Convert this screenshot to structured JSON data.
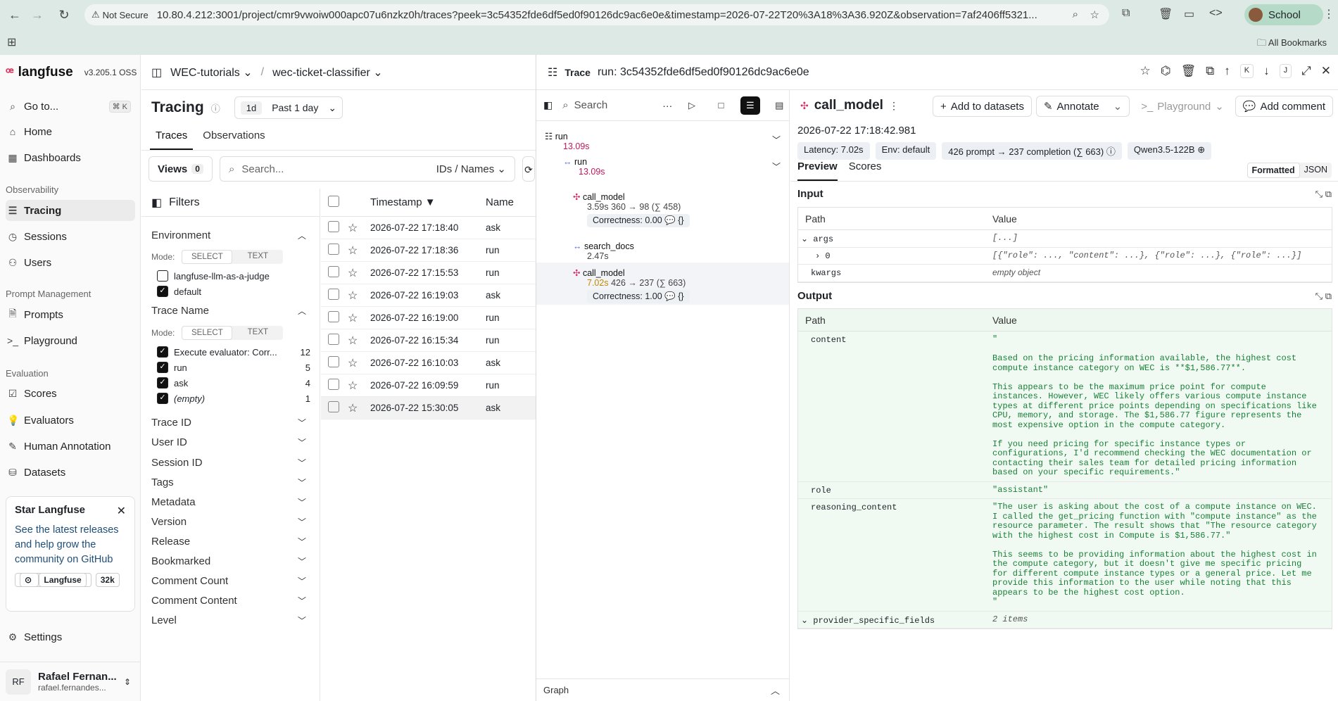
{
  "browser": {
    "security_label": "Not Secure",
    "url": "10.80.4.212:3001/project/cmr9vwoiw000apc07u6nzkz0h/traces?peek=3c54352fde6df5ed0f90126dc9ac6e0e&timestamp=2026-07-22T20%3A18%3A36.920Z&observation=7af2406ff5321...",
    "profile_label": "School",
    "all_bookmarks": "All Bookmarks"
  },
  "sidebar": {
    "brand": "langfuse",
    "version": "v3.205.1 OSS",
    "goto_label": "Go to...",
    "goto_kbd": "⌘ K",
    "items_top": [
      {
        "label": "Home"
      },
      {
        "label": "Dashboards"
      }
    ],
    "section_observability": "Observability",
    "items_obs": [
      {
        "label": "Tracing"
      },
      {
        "label": "Sessions"
      },
      {
        "label": "Users"
      }
    ],
    "section_prompt": "Prompt Management",
    "items_prompt": [
      {
        "label": "Prompts"
      },
      {
        "label": "Playground"
      }
    ],
    "section_eval": "Evaluation",
    "items_eval": [
      {
        "label": "Scores"
      },
      {
        "label": "Evaluators"
      },
      {
        "label": "Human Annotation"
      },
      {
        "label": "Datasets"
      }
    ],
    "star_card": {
      "title": "Star Langfuse",
      "text": "See the latest releases and help grow the community on GitHub",
      "gh_label": "Langfuse",
      "gh_count": "32k"
    },
    "settings_label": "Settings",
    "user": {
      "initials": "RF",
      "name": "Rafael Fernan...",
      "email": "rafael.fernandes..."
    }
  },
  "topbar": {
    "org": "WEC-tutorials",
    "project": "wec-ticket-classifier"
  },
  "page": {
    "title": "Tracing",
    "range_badge": "1d",
    "range_label": "Past 1 day",
    "tabs": [
      "Traces",
      "Observations"
    ],
    "views_label": "Views",
    "views_count": "0",
    "search_placeholder": "Search...",
    "search_scope": "IDs / Names"
  },
  "filters": {
    "title": "Filters",
    "mode_label": "Mode:",
    "mode_select": "SELECT",
    "mode_text": "TEXT",
    "environment": {
      "title": "Environment",
      "options": [
        {
          "label": "langfuse-llm-as-a-judge",
          "checked": false
        },
        {
          "label": "default",
          "checked": true
        }
      ]
    },
    "trace_name": {
      "title": "Trace Name",
      "options": [
        {
          "label": "Execute evaluator: Corr...",
          "count": "12"
        },
        {
          "label": "run",
          "count": "5"
        },
        {
          "label": "ask",
          "count": "4"
        },
        {
          "label": "(empty)",
          "count": "1"
        }
      ]
    },
    "collapsed": [
      "Trace ID",
      "User ID",
      "Session ID",
      "Tags",
      "Metadata",
      "Version",
      "Release",
      "Bookmarked",
      "Comment Count",
      "Comment Content",
      "Level"
    ]
  },
  "table": {
    "col_timestamp": "Timestamp ▼",
    "col_name": "Name",
    "rows": [
      {
        "ts": "2026-07-22 17:18:40",
        "name": "ask"
      },
      {
        "ts": "2026-07-22 17:18:36",
        "name": "run"
      },
      {
        "ts": "2026-07-22 17:15:53",
        "name": "run"
      },
      {
        "ts": "2026-07-22 16:19:03",
        "name": "ask"
      },
      {
        "ts": "2026-07-22 16:19:00",
        "name": "run"
      },
      {
        "ts": "2026-07-22 16:15:34",
        "name": "run"
      },
      {
        "ts": "2026-07-22 16:10:03",
        "name": "ask"
      },
      {
        "ts": "2026-07-22 16:09:59",
        "name": "run"
      },
      {
        "ts": "2026-07-22 15:30:05",
        "name": "ask"
      }
    ]
  },
  "trace": {
    "label": "Trace",
    "title": "run: 3c54352fde6df5ed0f90126dc9ac6e0e",
    "kbd_up": "K",
    "kbd_down": "J",
    "tree_search": "Search",
    "graph_label": "Graph",
    "nodes": [
      {
        "name": "run",
        "duration": "13.09s"
      },
      {
        "name": "run",
        "duration": "13.09s"
      },
      {
        "name": "call_model",
        "duration": "3.59s",
        "meta": "360 → 98 (∑ 458)",
        "score": "Correctness: 0.00"
      },
      {
        "name": "search_docs",
        "duration": "2.47s"
      },
      {
        "name": "call_model",
        "duration": "7.02s",
        "meta": "426 → 237 (∑ 663)",
        "score": "Correctness: 1.00"
      }
    ]
  },
  "observation": {
    "name": "call_model",
    "add_datasets": "Add to datasets",
    "annotate": "Annotate",
    "playground": "Playground",
    "add_comment": "Add comment",
    "date": "2026-07-22 17:18:42.981",
    "badges": [
      "Latency: 7.02s",
      "Env: default",
      "426 prompt → 237 completion (∑ 663)",
      "Qwen3.5-122B"
    ],
    "tabs": [
      "Preview",
      "Scores"
    ],
    "fmt_formatted": "Formatted",
    "fmt_json": "JSON",
    "input_title": "Input",
    "output_title": "Output",
    "col_path": "Path",
    "col_value": "Value",
    "input_rows": [
      {
        "path": "args",
        "value": "[...]"
      },
      {
        "path": "0",
        "value": "[{\"role\": ..., \"content\": ...}, {\"role\": ...}, {\"role\": ...}]"
      },
      {
        "path": "kwargs",
        "value": "empty object"
      }
    ],
    "output_rows": [
      {
        "path": "content",
        "value": "\"\n\nBased on the pricing information available, the highest cost\ncompute instance category on WEC is **$1,586.77**.\n\nThis appears to be the maximum price point for compute\ninstances. However, WEC likely offers various compute instance\ntypes at different price points depending on specifications like\nCPU, memory, and storage. The $1,586.77 figure represents the\nmost expensive option in the compute category.\n\nIf you need pricing for specific instance types or\nconfigurations, I'd recommend checking the WEC documentation or\ncontacting their sales team for detailed pricing information\nbased on your specific requirements.\""
      },
      {
        "path": "role",
        "value": "\"assistant\""
      },
      {
        "path": "reasoning_content",
        "value": "\"The user is asking about the cost of a compute instance on WEC.\nI called the get_pricing function with \"compute instance\" as the\nresource parameter. The result shows that \"The resource category\nwith the highest cost in Compute is $1,586.77.\"\n\nThis seems to be providing information about the highest cost in\nthe compute category, but it doesn't give me specific pricing\nfor different compute instance types or a general price. Let me\nprovide this information to the user while noting that this\nappears to be the highest cost option.\n\""
      },
      {
        "path": "provider_specific_fields",
        "value": "2 items"
      }
    ]
  }
}
